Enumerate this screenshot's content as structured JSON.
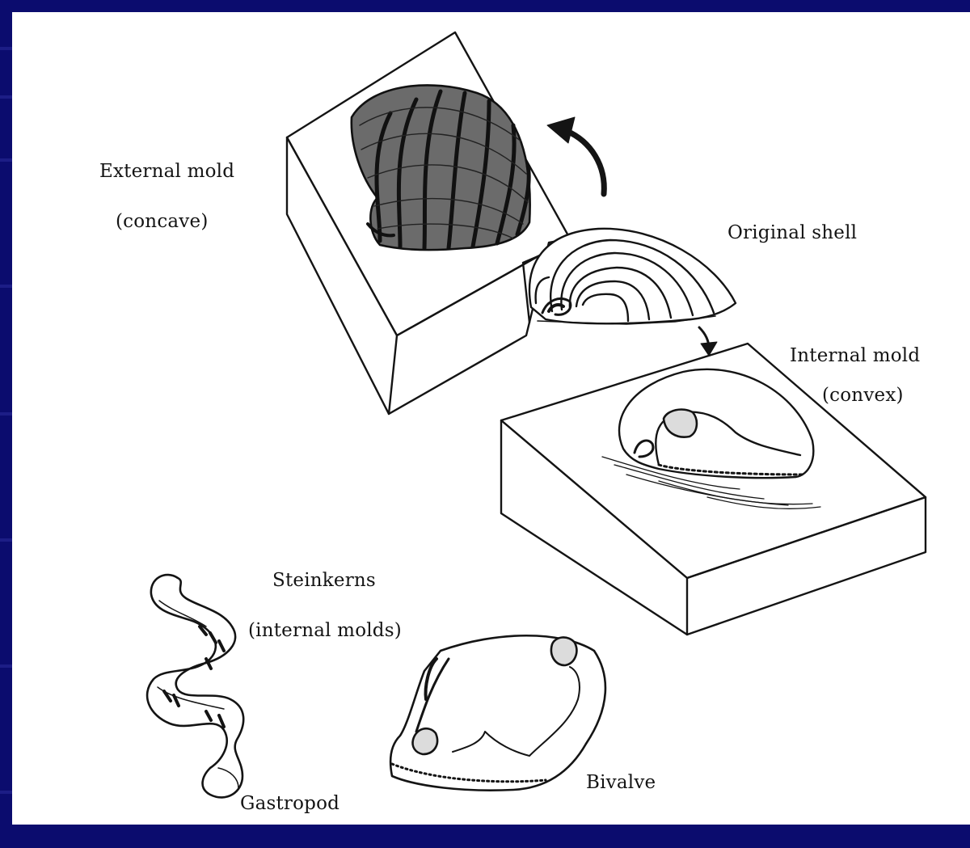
{
  "colors": {
    "frame": "#0b0c6e",
    "panel": "#ffffff",
    "ink": "#141414"
  },
  "labels": {
    "external_mold": "External mold",
    "external_mold_note": "(concave)",
    "original_shell": "Original shell",
    "internal_mold": "Internal mold",
    "internal_mold_note": "(convex)",
    "steinkerns": "Steinkerns",
    "steinkerns_note": "(internal molds)",
    "gastropod": "Gastropod",
    "bivalve": "Bivalve"
  }
}
